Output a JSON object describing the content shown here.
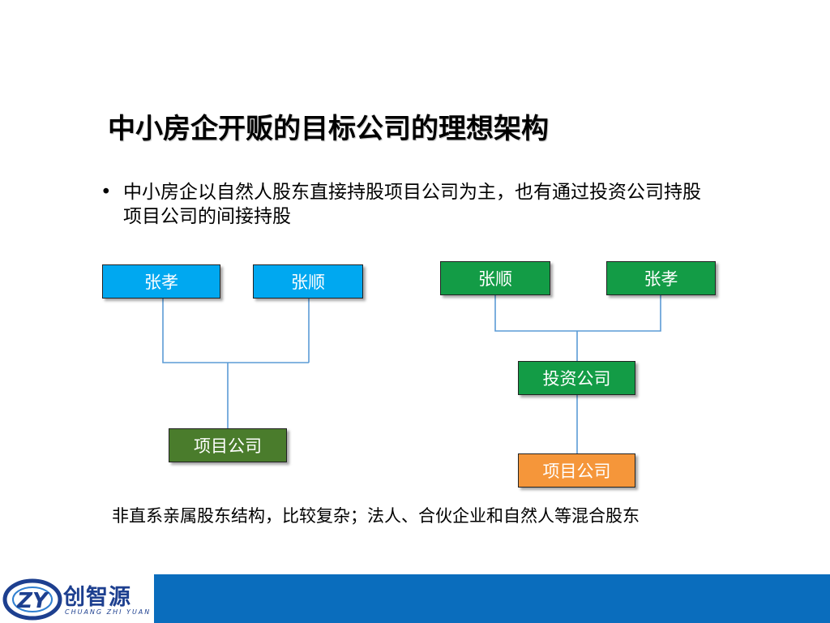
{
  "slide": {
    "title": "中小房企开贩的目标公司的理想架构",
    "bullet_symbol": "•",
    "bullet": "中小房企以自然人股东直接持股项目公司为主，也有通过投资公司持股项目公司的间接持股"
  },
  "left_diagram": {
    "shareholder_1": "张孝",
    "shareholder_2": "张顺",
    "company": "项目公司"
  },
  "right_diagram": {
    "shareholder_1": "张顺",
    "shareholder_2": "张孝",
    "holding": "投资公司",
    "company": "项目公司"
  },
  "caption": "非直系亲属股东结构，比较复杂；法人、合伙企业和自然人等混合股东",
  "footer": {
    "brand_name": "创智源",
    "brand_sub": "CHUANG ZHI YUAN",
    "logo_mark": "ZY",
    "bar_color": "#0a6dbd"
  },
  "colors": {
    "blue_box": "#00a8f0",
    "green_box": "#139c46",
    "olive_box": "#4a7c2c",
    "orange_box": "#f5963a",
    "connector": "#5b9bd5"
  }
}
